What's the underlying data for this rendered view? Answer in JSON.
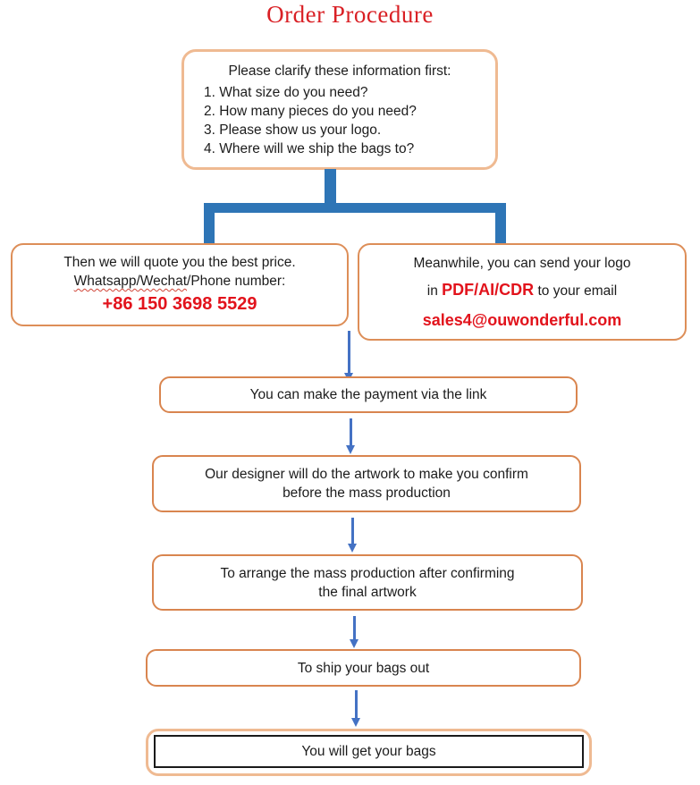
{
  "title": "Order Procedure",
  "colors": {
    "title_red": "#d92025",
    "accent_red": "#e2131c",
    "connector_blue": "#2e75b6",
    "arrow_blue": "#4472c4",
    "border_peach": "#efba92",
    "border_orange": "#dd8e58",
    "inner_frame_black": "#1a1a1a"
  },
  "boxes": {
    "clarify": {
      "intro": "Please clarify these information first:",
      "items": [
        "1. What size do you need?",
        "2. How many pieces do you need?",
        "3. Please show us your logo.",
        "4. Where will we ship the bags to?"
      ]
    },
    "quote": {
      "line1": "Then we will quote you the best price.",
      "line2_wavy": "Whatsapp/Wechat",
      "line2_rest": "/Phone number:",
      "phone": "+86 150 3698 5529"
    },
    "logo": {
      "line1": "Meanwhile, you can send your logo",
      "line2_pre": "in ",
      "line2_red": "PDF/AI/CDR",
      "line2_post": " to your email",
      "email": "sales4@ouwonderful.com"
    },
    "payment": {
      "text": "You can make the payment via the link"
    },
    "artwork": {
      "line1": "Our designer will do the artwork to make you confirm",
      "line2": "before the mass production"
    },
    "production": {
      "line1": "To arrange the mass production after confirming",
      "line2": "the final artwork"
    },
    "ship": {
      "text": "To ship your bags out"
    },
    "receive": {
      "text": "You will get your bags"
    }
  }
}
